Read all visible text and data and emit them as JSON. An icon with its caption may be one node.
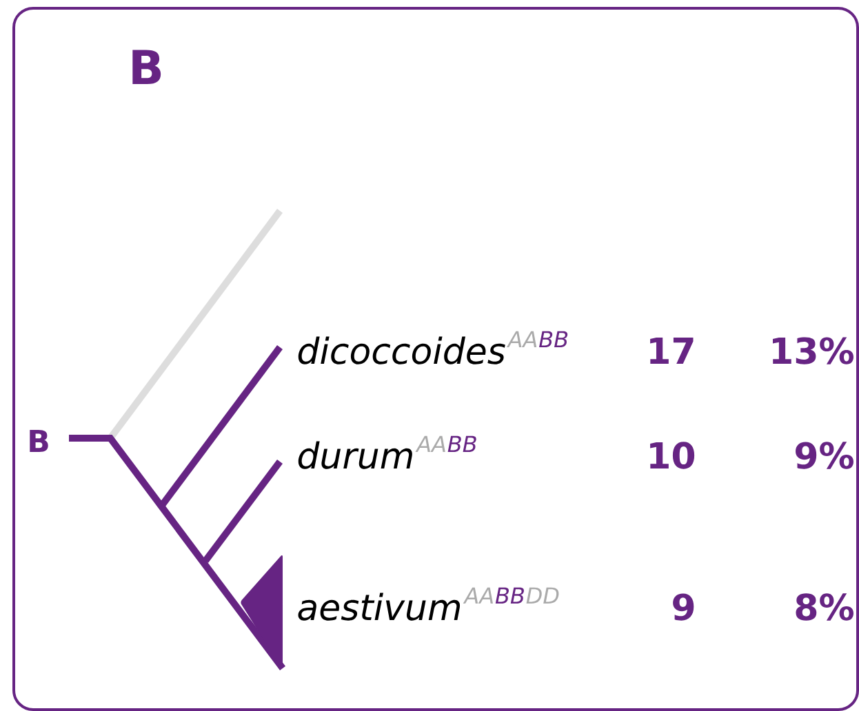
{
  "diagram": {
    "title": "B",
    "labels": [
      "dicoccoides",
      "AA",
      "BB",
      "17",
      "13%",
      "B",
      "durum",
      "AA",
      "BB",
      "10",
      "9%",
      "aestivum",
      "AA",
      "BB",
      "DD",
      "9",
      "8%"
    ]
  }
}
